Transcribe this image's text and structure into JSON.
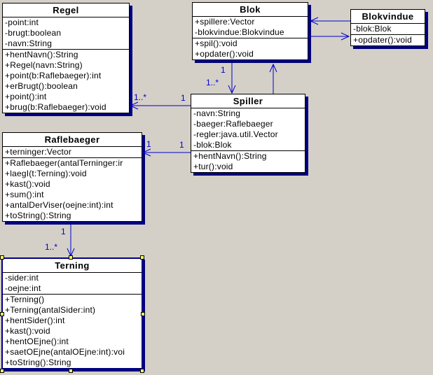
{
  "colors": {
    "background": "#d4d0c8",
    "box_fill": "#ffffff",
    "box_border": "#000000",
    "shadow": "#000080",
    "line": "#0000cc",
    "handle_fill": "#ffff66"
  },
  "classes": {
    "regel": {
      "title": "Regel",
      "attributes": [
        "-point:int",
        "-brugt:boolean",
        "-navn:String"
      ],
      "methods": [
        "+hentNavn():String",
        "+Regel(navn:String)",
        "+point(b:Raflebaeger):int",
        "+erBrugt():boolean",
        "+point():int",
        "+brug(b:Raflebaeger):void"
      ]
    },
    "blok": {
      "title": "Blok",
      "attributes": [
        "+spillere:Vector",
        "-blokvindue:Blokvindue"
      ],
      "methods": [
        "+spil():void",
        "+opdater():void"
      ]
    },
    "blokvindue": {
      "title": "Blokvindue",
      "attributes": [
        "-blok:Blok"
      ],
      "methods": [
        "+opdater():void"
      ]
    },
    "spiller": {
      "title": "Spiller",
      "attributes": [
        "-navn:String",
        "-baeger:Raflebaeger",
        "-regler:java.util.Vector",
        "-blok:Blok"
      ],
      "methods": [
        "+hentNavn():String",
        "+tur():void"
      ]
    },
    "raflebaeger": {
      "title": "Raflebaeger",
      "attributes": [
        "+terninger:Vector"
      ],
      "methods": [
        "+Raflebaeger(antalTerninger:ir",
        "+laegI(t:Terning):void",
        "+kast():void",
        "+sum():int",
        "+antalDerViser(oejne:int):int",
        "+toString():String"
      ]
    },
    "terning": {
      "title": "Terning",
      "attributes": [
        "-sider:int",
        "-oejne:int"
      ],
      "methods": [
        "+Terning()",
        "+Terning(antalSider:int)",
        "+hentSider():int",
        "+kast():void",
        "+hentOEjne():int",
        "+saetOEjne(antalOEjne:int):voi",
        "+toString():String"
      ]
    }
  },
  "associations": [
    {
      "from": "Blokvindue",
      "to": "Blok"
    },
    {
      "from": "Blok",
      "to": "Blokvindue"
    },
    {
      "from": "Blok",
      "to": "Spiller",
      "source_label": "1",
      "target_label": "1..*"
    },
    {
      "from": "Spiller",
      "to": "Blok"
    },
    {
      "from": "Spiller",
      "to": "Regel",
      "source_label": "1",
      "target_label": "1..*"
    },
    {
      "from": "Spiller",
      "to": "Raflebaeger",
      "source_label": "1",
      "target_label": "1"
    },
    {
      "from": "Raflebaeger",
      "to": "Terning",
      "source_label": "1",
      "target_label": "1..*"
    }
  ],
  "selection": {
    "selected_class": "Terning"
  }
}
